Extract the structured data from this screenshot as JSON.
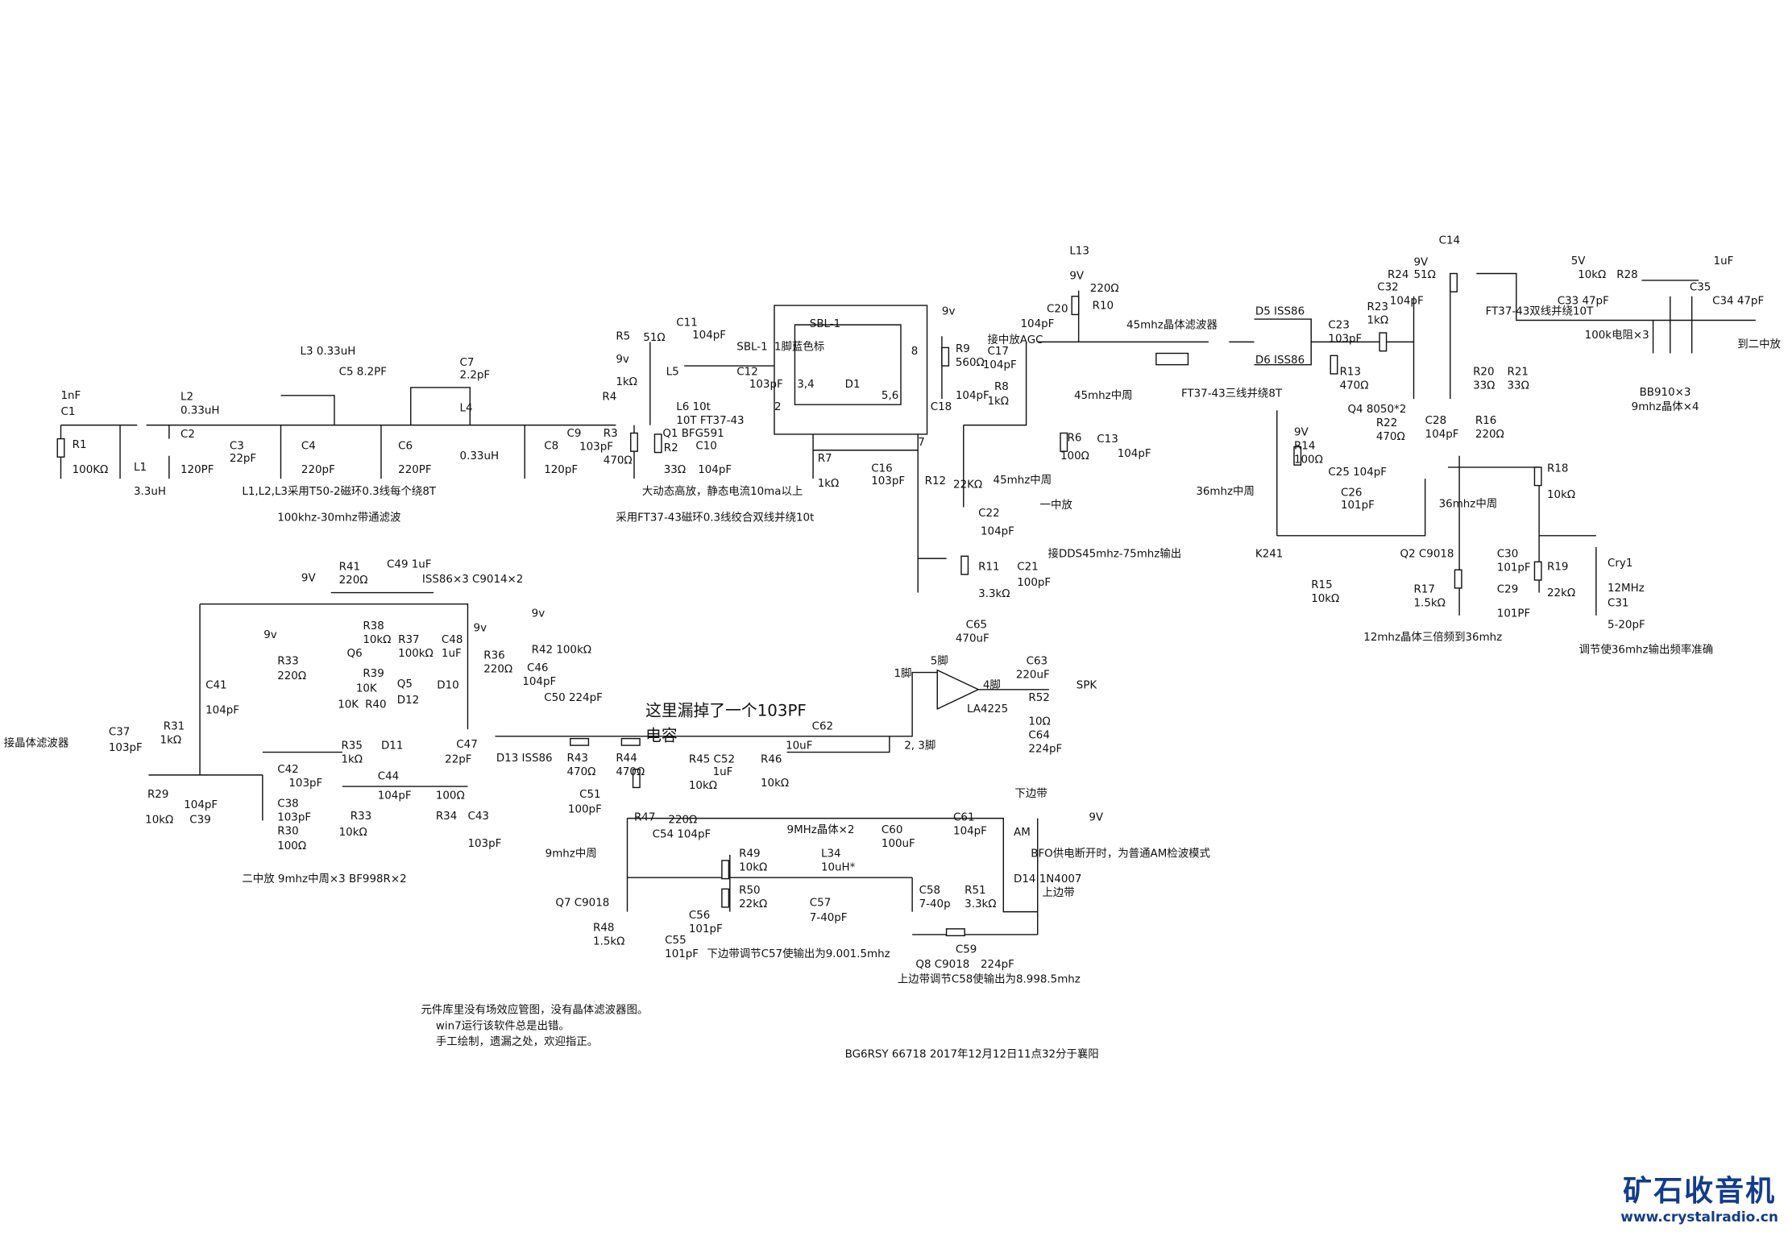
{
  "title": "BG6RSY shortwave receiver schematic",
  "labels": [
    "1nF",
    "C1",
    "R1",
    "100KΩ",
    "L1",
    "3.3uH",
    "L2",
    "0.33uH",
    "C2",
    "120PF",
    "C3",
    "22pF",
    "L3  0.33uH",
    "C5  8.2PF",
    "C4",
    "220pF",
    "C7",
    "2.2pF",
    "L4",
    "C6",
    "220PF",
    "0.33uH",
    "C8",
    "120pF",
    "C9",
    "L1,L2,L3采用T50-2磁环0.3线每个绕8T",
    "100khz-30mhz带通滤波",
    "R5",
    "9v",
    "51Ω",
    "C11",
    "104pF",
    "R4",
    "1kΩ",
    "L5",
    "L6  10t",
    "10T FT37-43",
    "R3",
    "103pF",
    "Q1 BFG591",
    "470Ω",
    "R2",
    "C10",
    "33Ω",
    "104pF",
    "大动态高放，静态电流10ma以上",
    "采用FT37-43磁环0.3线绞合双线并绕10t",
    "SBL-1",
    "C12",
    "103pF",
    "SBL-1",
    "1脚蓝色标",
    "2",
    "3,4",
    "D1",
    "5,6",
    "8",
    "7",
    "R7",
    "1kΩ",
    "C16",
    "103pF",
    "9v",
    "R9",
    "560Ω",
    "C18",
    "104pF",
    "R12",
    "22KΩ",
    "C22",
    "104pF",
    "接DDS45mhz-75mhz输出",
    "R11",
    "3.3kΩ",
    "C21",
    "100pF",
    "L13",
    "9V",
    "220Ω",
    "R10",
    "C20",
    "104pF",
    "接中放AGC",
    "C17",
    "104pF",
    "R8",
    "1kΩ",
    "45mhz中周",
    "45mhz中周",
    "R6",
    "C13",
    "100Ω",
    "104pF",
    "一中放",
    "45mhz晶体滤波器",
    "FT37-43三线并绕8T",
    "D5 ISS86",
    "D6 ISS86",
    "C23",
    "103pF",
    "R23",
    "1kΩ",
    "R13",
    "470Ω",
    "Q4 8050*2",
    "R22",
    "470Ω",
    "R20",
    "R21",
    "33Ω",
    "33Ω",
    "9V",
    "C14",
    "R24",
    "51Ω",
    "C32",
    "104pF",
    "FT37-43双线并绕10T",
    "5V",
    "10kΩ",
    "R28",
    "1uF",
    "C33 47pF",
    "C35",
    "C34 47pF",
    "100k电阻×3",
    "到二中放",
    "BB910×3",
    "9mhz晶体×4",
    "9V",
    "R14",
    "100Ω",
    "C25 104pF",
    "36mhz中周",
    "C26",
    "101pF",
    "K241",
    "R15",
    "10kΩ",
    "C28",
    "104pF",
    "R16",
    "220Ω",
    "R18",
    "10kΩ",
    "36mhz中周",
    "Q2 C9018",
    "C30",
    "101pF",
    "R17",
    "1.5kΩ",
    "C29",
    "101PF",
    "R19",
    "22kΩ",
    "Cry1",
    "12MHz",
    "C31",
    "5-20pF",
    "12mhz晶体三倍频到36mhz",
    "调节使36mhz输出频率准确",
    "9V",
    "R41",
    "220Ω",
    "C49 1uF",
    "ISS86×3 C9014×2",
    "R38",
    "10kΩ",
    "R37",
    "100kΩ",
    "C48",
    "1uF",
    "Q6",
    "R39",
    "10K",
    "Q5",
    "D12",
    "R40",
    "10K",
    "D10",
    "9v",
    "9v",
    "R36",
    "220Ω",
    "R42  100kΩ",
    "C46",
    "104pF",
    "C50 224pF",
    "R33",
    "220Ω",
    "9v",
    "C41",
    "104pF",
    "R35",
    "1kΩ",
    "D11",
    "C47",
    "22pF",
    "C44",
    "104pF",
    "C42",
    "103pF",
    "R31",
    "1kΩ",
    "C37",
    "103pF",
    "接晶体滤波器",
    "R29",
    "10kΩ",
    "104pF",
    "C39",
    "C38",
    "103pF",
    "R30",
    "100Ω",
    "R33",
    "10kΩ",
    "100Ω",
    "R34",
    "C43",
    "103pF",
    "二中放 9mhz中周×3 BF998R×2",
    "D13 ISS86",
    "R43",
    "470Ω",
    "R44",
    "470Ω",
    "C51",
    "100pF",
    "这里漏掉了一个103PF",
    "电容",
    "R45 C52",
    "1uF",
    "10kΩ",
    "R46",
    "10kΩ",
    "C62",
    "10uF",
    "1脚",
    "5脚",
    "C65",
    "470uF",
    "4脚",
    "C63",
    "220uF",
    "SPK",
    "LA4225",
    "R52",
    "10Ω",
    "C64",
    "224pF",
    "2, 3脚",
    "R47",
    "220Ω",
    "C54 104pF",
    "9MHz晶体×2",
    "C60",
    "100uF",
    "C61",
    "104pF",
    "下边带",
    "9V",
    "AM",
    "BFO供电断开时，为普通AM检波模式",
    "9mhz中周",
    "R49",
    "10kΩ",
    "L34",
    "10uH*",
    "D14 1N4007",
    "上边带",
    "Q7 C9018",
    "R50",
    "22kΩ",
    "C57",
    "7-40pF",
    "C58",
    "7-40p",
    "R51",
    "3.3kΩ",
    "C56",
    "101pF",
    "R48",
    "1.5kΩ",
    "C55",
    "101pF",
    "下边带调节C57使输出为9.001.5mhz",
    "Q8 C9018",
    "C59",
    "224pF",
    "上边带调节C58使输出为8.998.5mhz",
    "元件库里没有场效应管图，没有晶体滤波器图。",
    "win7运行该软件总是出错。",
    "手工绘制，遗漏之处，欢迎指正。",
    "BG6RSY 66718 2017年12月12日11点32分于襄阳"
  ],
  "logo": {
    "name": "矿石收音机",
    "url": "www.crystalradio.cn"
  },
  "colors": {
    "ink": "#111111",
    "logo": "#123c8c"
  }
}
